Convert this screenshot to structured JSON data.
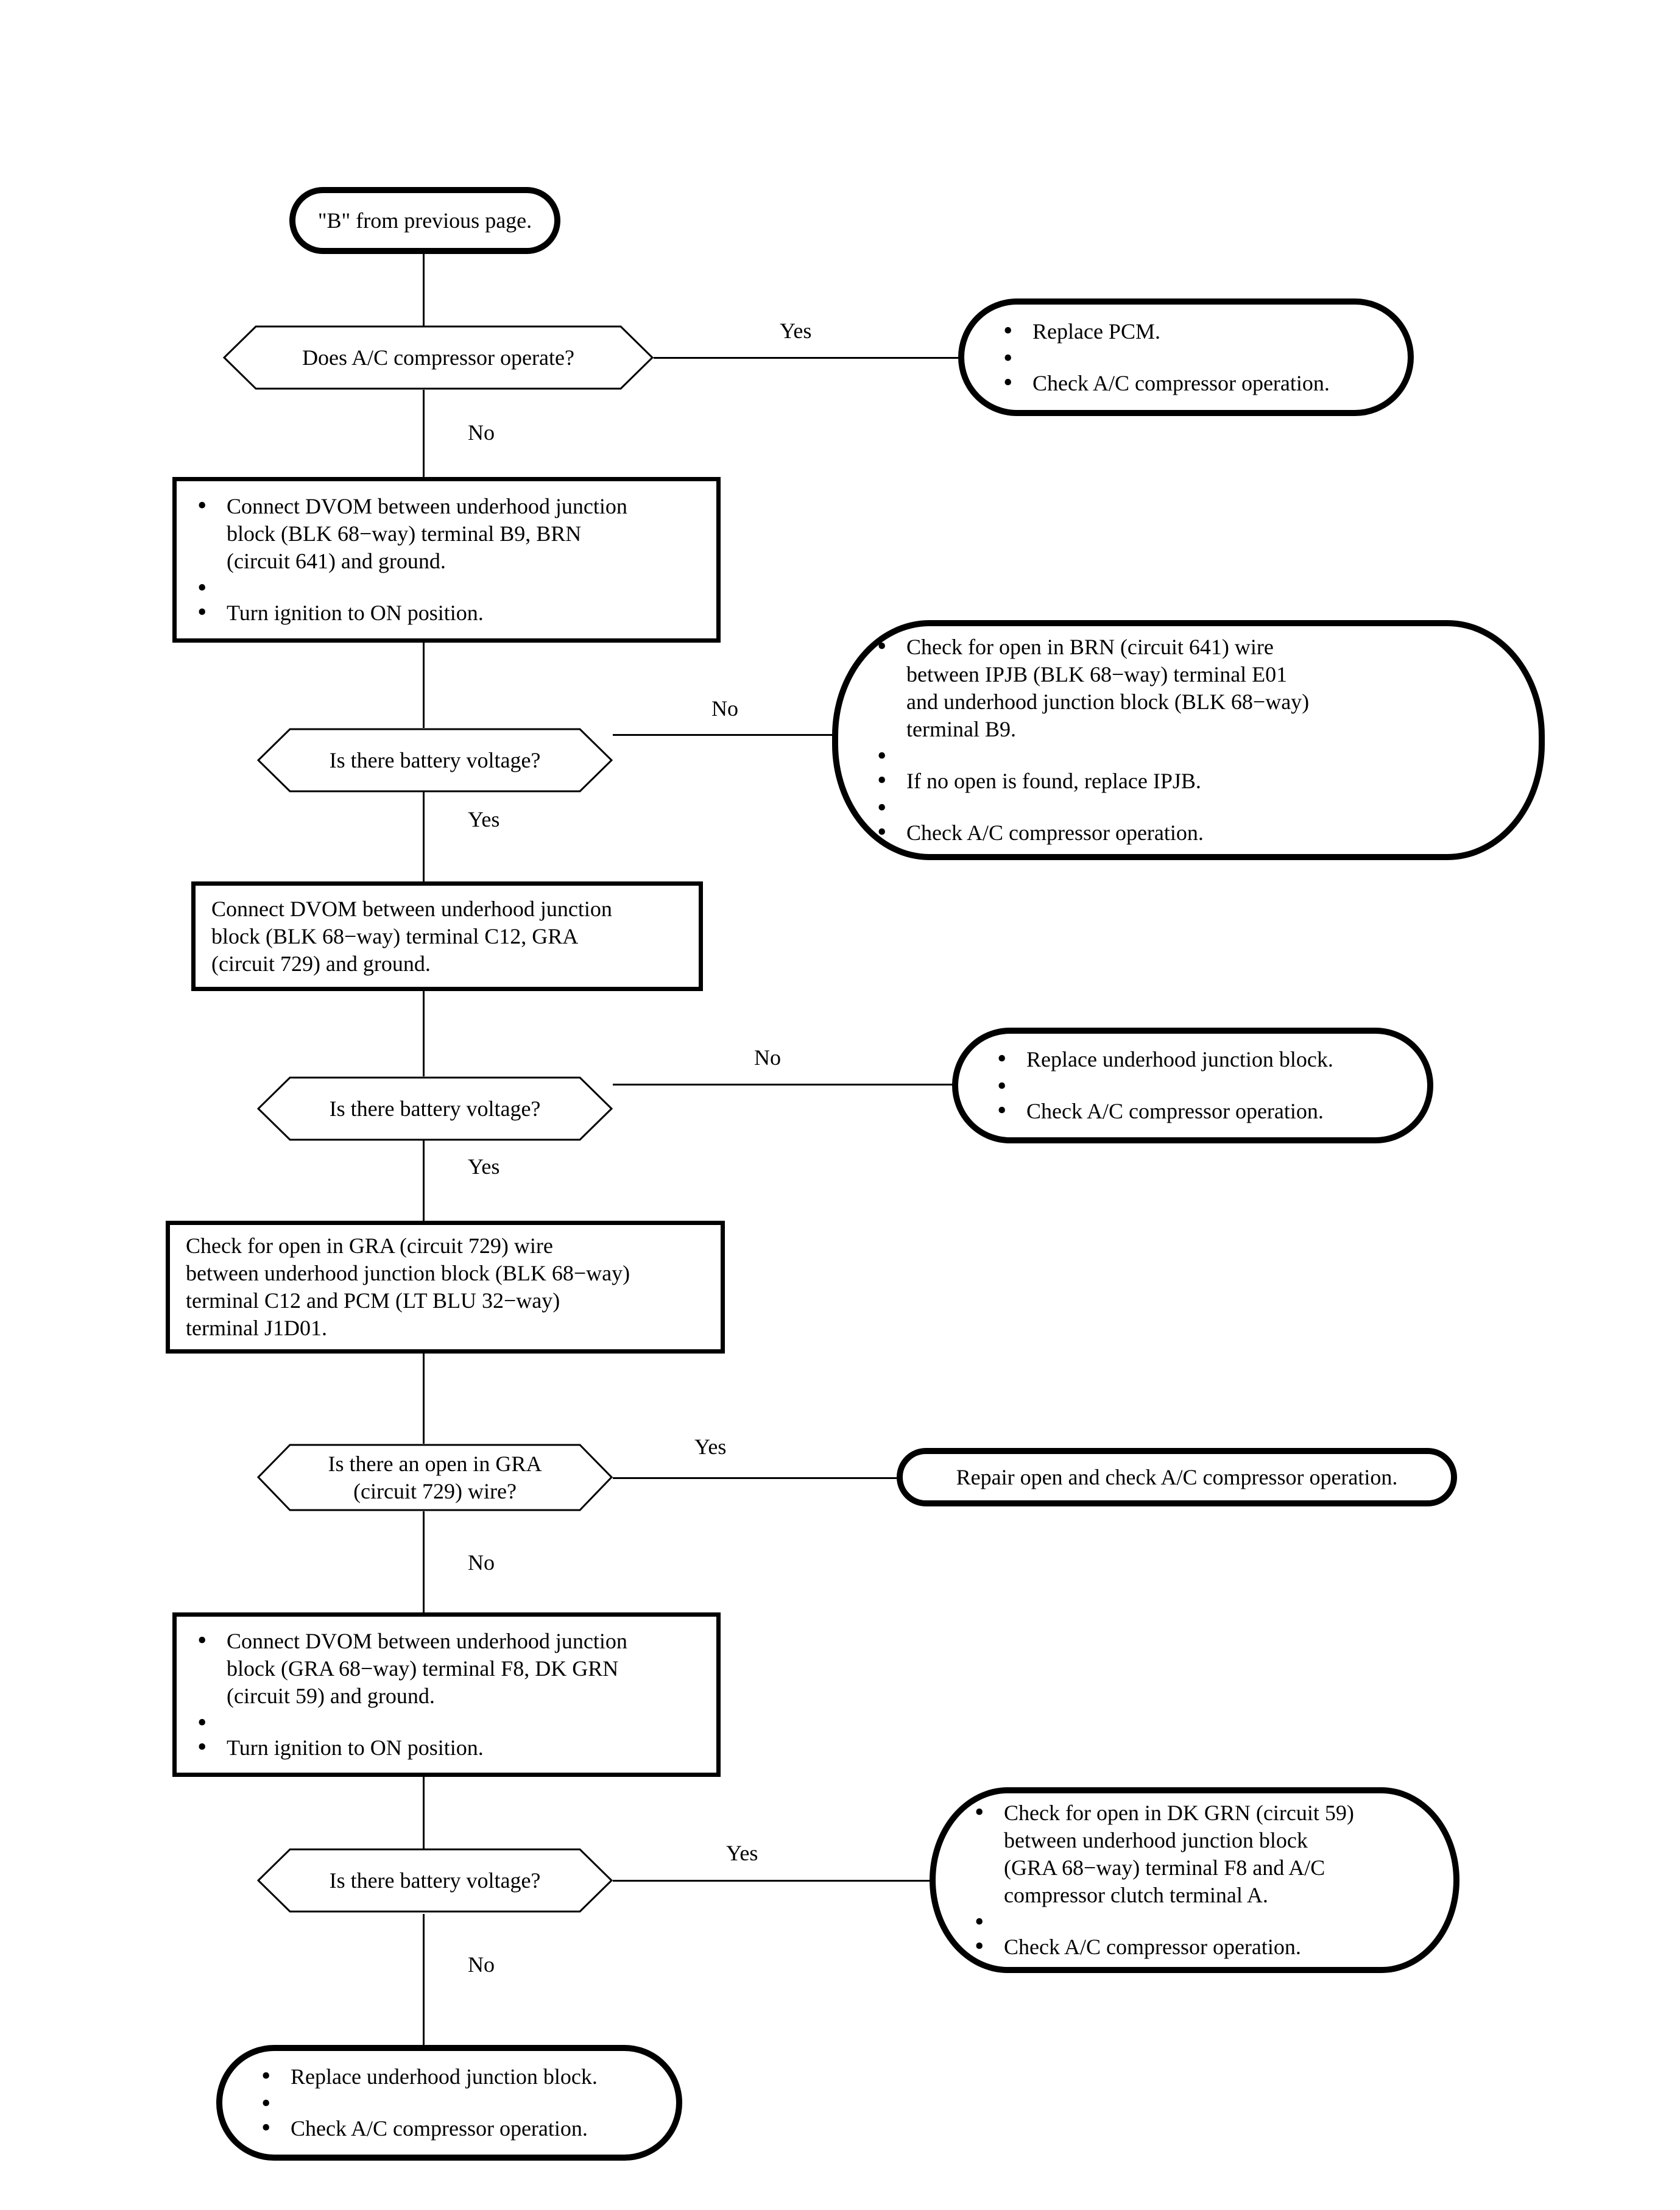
{
  "diagram": {
    "title": "A/C compressor circuit diagnostic flowchart",
    "type": "flowchart",
    "stroke_color": "#000000",
    "background_color": "#ffffff"
  },
  "nodes": {
    "start": {
      "shape": "terminator",
      "text": "\"B\" from previous page."
    },
    "d1": {
      "shape": "decision",
      "text": "Does A/C compressor operate?",
      "yes_label": "Yes",
      "no_label": "No"
    },
    "t_replace_pcm": {
      "shape": "terminator",
      "bullets": [
        "Replace PCM.",
        "Check A/C compressor operation."
      ]
    },
    "p1": {
      "shape": "process",
      "bullets": [
        [
          "Connect DVOM between underhood junction",
          "block (BLK 68−way) terminal B9, BRN",
          "(circuit 641) and ground."
        ],
        [
          "Turn ignition to ON position."
        ]
      ]
    },
    "d2": {
      "shape": "decision",
      "text": "Is there battery voltage?",
      "yes_label": "Yes",
      "no_label": "No"
    },
    "t_ipjb": {
      "shape": "terminator",
      "bullets": [
        [
          "Check for open in BRN (circuit 641) wire",
          "between IPJB (BLK 68−way) terminal E01",
          "and underhood junction block (BLK 68−way)",
          "terminal B9."
        ],
        [
          "If no open is found, replace IPJB."
        ],
        [
          "Check A/C compressor operation."
        ]
      ]
    },
    "p2": {
      "shape": "process",
      "lines": [
        "Connect DVOM between underhood junction",
        "block (BLK 68−way) terminal C12, GRA",
        "(circuit 729) and ground."
      ]
    },
    "d3": {
      "shape": "decision",
      "text": "Is there battery voltage?",
      "yes_label": "Yes",
      "no_label": "No"
    },
    "t_replace_ujb_1": {
      "shape": "terminator",
      "bullets": [
        "Replace underhood junction block.",
        "Check A/C compressor operation."
      ]
    },
    "p3": {
      "shape": "process",
      "lines": [
        "Check for open in GRA (circuit 729) wire",
        "between underhood junction block (BLK 68−way)",
        "terminal C12 and PCM (LT BLU 32−way)",
        "terminal J1D01."
      ]
    },
    "d4": {
      "shape": "decision",
      "lines": [
        "Is there an open in GRA",
        "(circuit 729) wire?"
      ],
      "yes_label": "Yes",
      "no_label": "No"
    },
    "t_repair_open": {
      "shape": "terminator",
      "text": "Repair open and check A/C compressor operation."
    },
    "p4": {
      "shape": "process",
      "bullets": [
        [
          "Connect DVOM between underhood junction",
          "block (GRA 68−way) terminal F8, DK GRN",
          "(circuit 59) and ground."
        ],
        [
          "Turn ignition to ON position."
        ]
      ]
    },
    "d5": {
      "shape": "decision",
      "text": "Is there battery voltage?",
      "yes_label": "Yes",
      "no_label": "No"
    },
    "t_dkgrn": {
      "shape": "terminator",
      "bullets": [
        [
          "Check for open in DK GRN (circuit 59)",
          "between underhood junction block",
          "(GRA 68−way) terminal F8 and A/C",
          "compressor clutch terminal A."
        ],
        [
          "Check A/C compressor operation."
        ]
      ]
    },
    "t_replace_ujb_2": {
      "shape": "terminator",
      "bullets": [
        "Replace underhood junction block.",
        "Check A/C compressor operation."
      ]
    }
  }
}
